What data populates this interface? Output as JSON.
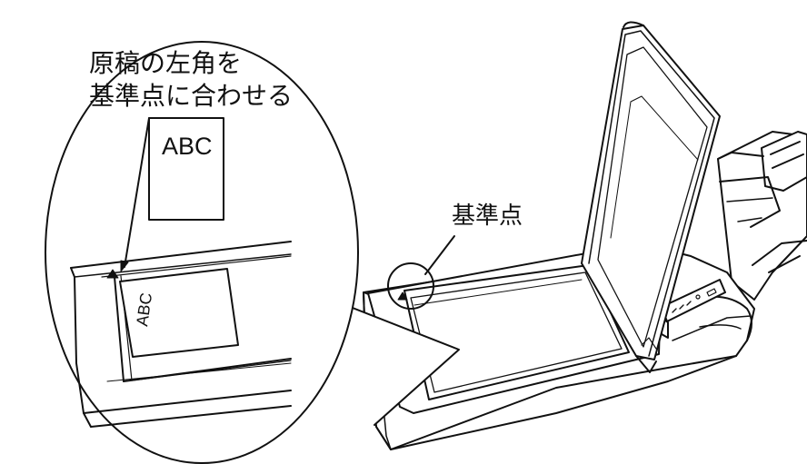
{
  "callout": {
    "line1": "原稿の左角を",
    "line2": "基準点に合わせる"
  },
  "document": {
    "text": "ABC"
  },
  "reference_point": {
    "label": "基準点"
  },
  "colors": {
    "stroke": "#111111",
    "background": "#ffffff"
  }
}
